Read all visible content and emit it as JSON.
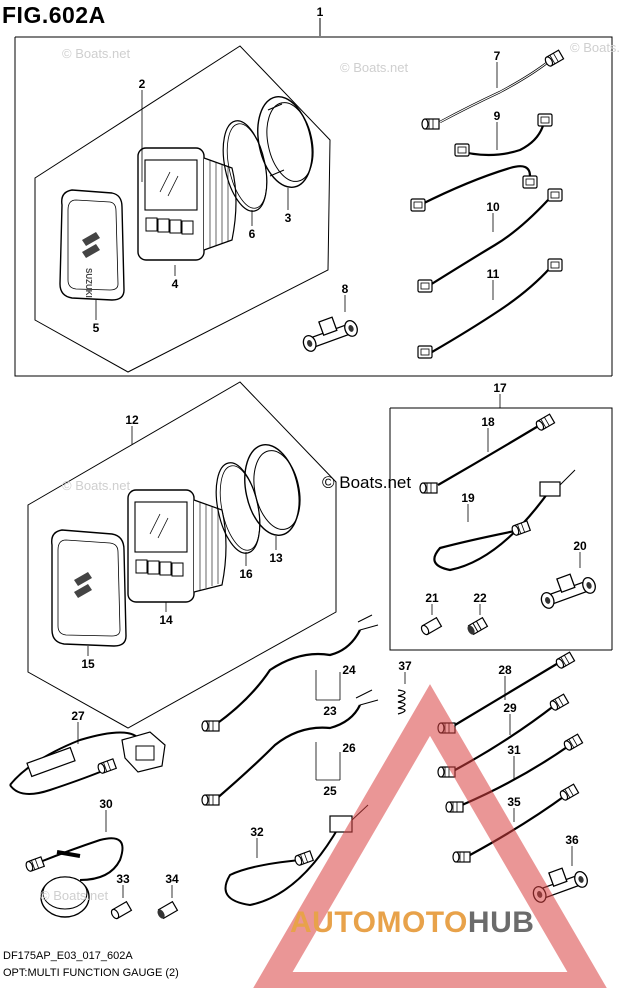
{
  "title": "FIG.602A",
  "footer": {
    "code": "DF175AP_E03_017_602A",
    "caption": "OPT:MULTI FUNCTION GAUGE (2)"
  },
  "watermark": {
    "text": "© Boats.net",
    "color": "#cfcfcf"
  },
  "logo": {
    "part1": "AUTOMOTO",
    "part2": "HUB",
    "color1": "#e8a24a",
    "color2": "#6b6b6b",
    "triangle_color": "#d94040"
  },
  "callouts": [
    "1",
    "2",
    "3",
    "4",
    "5",
    "6",
    "7",
    "8",
    "9",
    "10",
    "11",
    "12",
    "13",
    "14",
    "15",
    "16",
    "17",
    "18",
    "19",
    "20",
    "21",
    "22",
    "23",
    "24",
    "25",
    "26",
    "27",
    "28",
    "29",
    "30",
    "31",
    "32",
    "33",
    "34",
    "35",
    "36",
    "37"
  ],
  "gauge": {
    "brand_mark": "SUZUKI"
  }
}
